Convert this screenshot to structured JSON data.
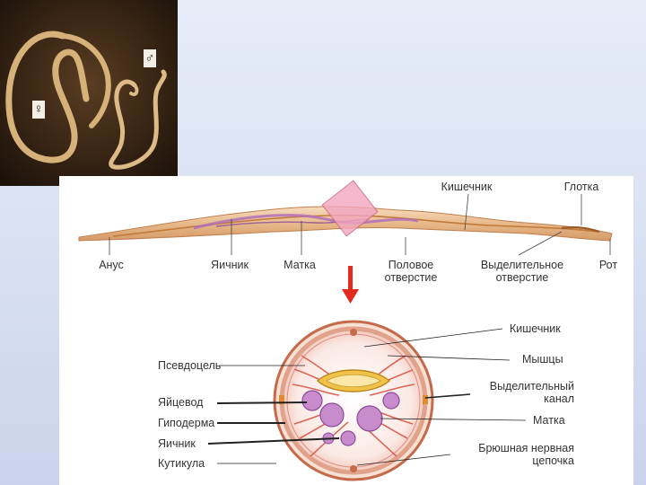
{
  "photo": {
    "female_symbol": "♀",
    "male_symbol": "♂"
  },
  "longitudinal": {
    "labels": {
      "intestine": "Кишечник",
      "pharynx": "Глотка",
      "anus": "Анус",
      "ovary": "Яичник",
      "uterus": "Матка",
      "genital_pore_1": "Половое",
      "genital_pore_2": "отверстие",
      "excretory_pore_1": "Выделительное",
      "excretory_pore_2": "отверстие",
      "mouth": "Рот"
    }
  },
  "cross_section": {
    "labels": {
      "intestine": "Кишечник",
      "pseudocoel": "Псевдоцель",
      "muscles": "Мышцы",
      "excretory_canal_1": "Выделительный",
      "excretory_canal_2": "канал",
      "oviduct": "Яйцевод",
      "uterus": "Матка",
      "hypodermis": "Гиподерма",
      "ovary": "Яичник",
      "ventral_cord_1": "Брюшная нервная",
      "ventral_cord_2": "цепочка",
      "cuticle": "Кутикула"
    }
  },
  "colors": {
    "arrow": "#e32a1c",
    "body_tan": "#e8b98a",
    "muscle_red": "#d9574a",
    "uterus_purple": "#b070b8",
    "intestine_yellow": "#f0c24a"
  }
}
